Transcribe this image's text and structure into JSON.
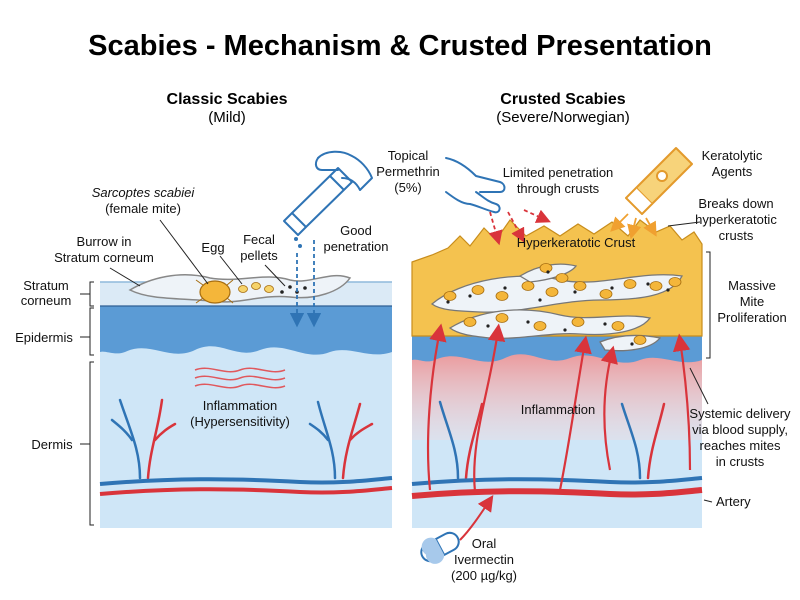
{
  "title": "Scabies - Mechanism & Crusted Presentation",
  "classic": {
    "title": "Classic Scabies",
    "subtitle": "(Mild)",
    "mite_label_1": "Sarcoptes scabiei",
    "mite_label_2": "(female mite)",
    "burrow_1": "Burrow in",
    "burrow_2": "Stratum corneum",
    "egg": "Egg",
    "fecal_1": "Fecal",
    "fecal_2": "pellets",
    "topical_1": "Topical",
    "topical_2": "Permethrin",
    "topical_3": "(5%)",
    "good_1": "Good",
    "good_2": "penetration",
    "inflammation_1": "Inflammation",
    "inflammation_2": "(Hypersensitivity)"
  },
  "crusted": {
    "title": "Crusted Scabies",
    "subtitle": "(Severe/Norwegian)",
    "limited_1": "Limited penetration",
    "limited_2": "through crusts",
    "keratolytic_1": "Keratolytic",
    "keratolytic_2": "Agents",
    "breaks_1": "Breaks down",
    "breaks_2": "hyperkeratotic",
    "breaks_3": "crusts",
    "crust": "Hyperkeratotic Crust",
    "massive_1": "Massive",
    "massive_2": "Mite",
    "massive_3": "Proliferation",
    "inflammation": "Inflammation",
    "systemic_1": "Systemic delivery",
    "systemic_2": "via blood supply,",
    "systemic_3": "reaches mites",
    "systemic_4": "in crusts",
    "artery": "Artery",
    "oral_1": "Oral",
    "oral_2": "Ivermectin",
    "oral_3": "(200 µg/kg)"
  },
  "layers": {
    "stratum_1": "Stratum",
    "stratum_2": "corneum",
    "epidermis": "Epidermis",
    "dermis": "Dermis"
  },
  "colors": {
    "epidermis": "#5b9bd5",
    "dermis": "#cfe6f7",
    "crust": "#f4c24f",
    "artery": "#d9343b",
    "vein": "#2f74b5",
    "inflammation": "#f3a9a9"
  }
}
